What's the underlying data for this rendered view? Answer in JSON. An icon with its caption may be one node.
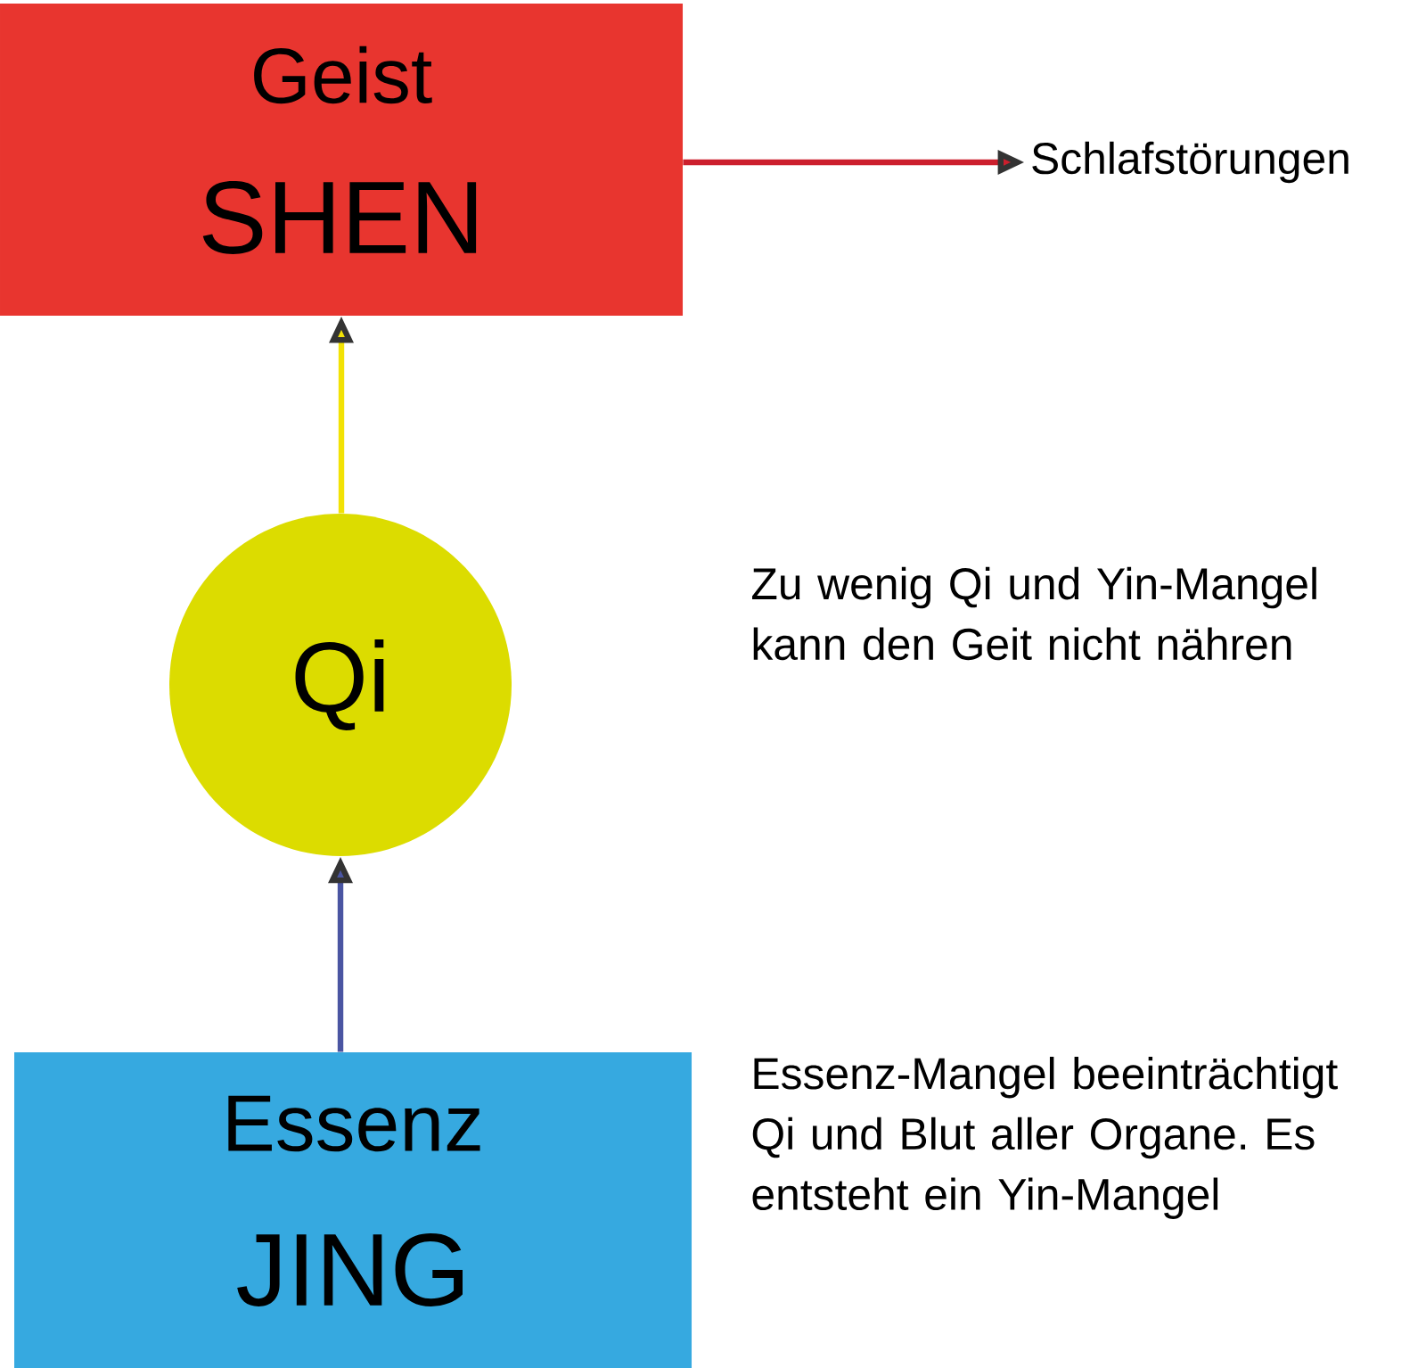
{
  "diagram": {
    "nodes": [
      {
        "text": [
          "Geist",
          "SHEN"
        ]
      },
      {
        "text": [
          "Schlafstörungen"
        ]
      },
      {
        "text": [
          "Qi"
        ]
      },
      {
        "text": [
          "Essenz",
          "JING"
        ],
        "beside": [
          "Essenz-Mangel beeinträchtigt Qi und Blut aller Organe. Es entsteht ein Yin-Mangel"
        ]
      }
    ],
    "edges": [
      {
        "from": 0,
        "to": 1,
        "arrow": "to",
        "color": "#cc1f2d"
      },
      {
        "from": 2,
        "to": 0,
        "arrow": "to",
        "color": "#f2e205"
      },
      {
        "from": 3,
        "to": 2,
        "arrow": "to",
        "color": "#4a55a2"
      }
    ],
    "labels": [
      "Zu wenig Qi und Yin-Mangel kann den Geit nicht nähren"
    ]
  }
}
